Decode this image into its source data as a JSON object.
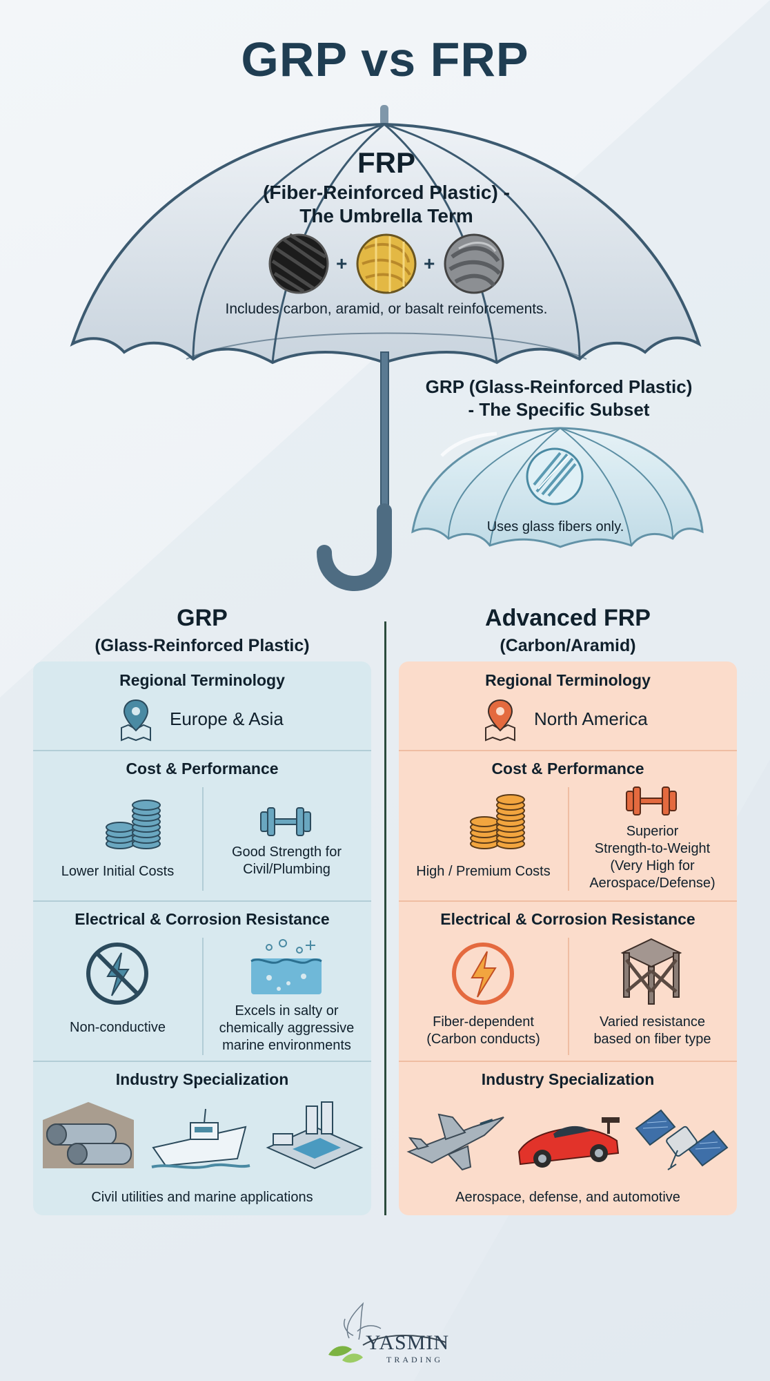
{
  "title": "GRP vs FRP",
  "umbrella": {
    "frp_title": "FRP",
    "frp_subtitle_1": "(Fiber-Reinforced Plastic) -",
    "frp_subtitle_2": "The Umbrella Term",
    "plus_1": "+",
    "plus_2": "+",
    "frp_includes": "Includes carbon, aramid, or basalt reinforcements.",
    "grp_title_1": "GRP (Glass-Reinforced Plastic)",
    "grp_title_2": "- The Specific Subset",
    "grp_text": "Uses glass fibers only."
  },
  "grp_column": {
    "heading": "GRP",
    "subheading": "(Glass-Reinforced Plastic)",
    "regional_title": "Regional Terminology",
    "region": "Europe & Asia",
    "cost_title": "Cost & Performance",
    "cost_text": "Lower Initial Costs",
    "strength_text_1": "Good Strength for",
    "strength_text_2": "Civil/Plumbing",
    "elec_title": "Electrical & Corrosion Resistance",
    "elec_text": "Non-conductive",
    "corrosion_text_1": "Excels in salty or",
    "corrosion_text_2": "chemically aggressive",
    "corrosion_text_3": "marine environments",
    "industry_title": "Industry Specialization",
    "industry_text": "Civil utilities and marine applications"
  },
  "frp_column": {
    "heading": "Advanced FRP",
    "subheading": "(Carbon/Aramid)",
    "regional_title": "Regional Terminology",
    "region": "North America",
    "cost_title": "Cost & Performance",
    "cost_text": "High / Premium Costs",
    "strength_text_1": "Superior",
    "strength_text_2": "Strength-to-Weight",
    "strength_text_3": "(Very High for",
    "strength_text_4": "Aerospace/Defense)",
    "elec_title": "Electrical & Corrosion Resistance",
    "elec_text_1": "Fiber-dependent",
    "elec_text_2": "(Carbon conducts)",
    "corrosion_text_1": "Varied resistance",
    "corrosion_text_2": "based on fiber type",
    "industry_title": "Industry Specialization",
    "industry_text": "Aerospace, defense, and automotive"
  },
  "logo": {
    "name": "YASMIN",
    "sub": "TRADING"
  },
  "colors": {
    "title": "#1f3d52",
    "grp_panel": "#d8e9ef",
    "frp_panel": "#fbdccb",
    "grp_accent": "#4a8aa3",
    "frp_accent": "#e46a3f"
  }
}
